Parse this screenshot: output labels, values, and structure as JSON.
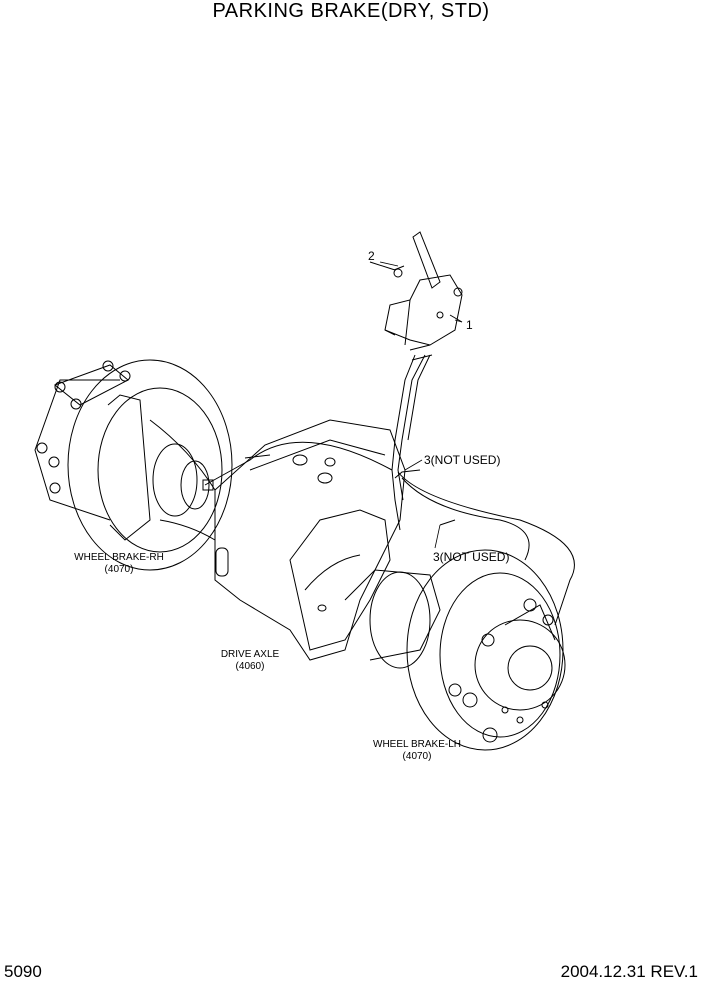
{
  "title": "PARKING BRAKE(DRY, STD)",
  "footer": {
    "page_number": "5090",
    "revision": "2004.12.31  REV.1"
  },
  "labels": {
    "wheel_brake_rh": {
      "name": "WHEEL BRAKE-RH",
      "ref": "(4070)"
    },
    "drive_axle": {
      "name": "DRIVE AXLE",
      "ref": "(4060)"
    },
    "wheel_brake_lh": {
      "name": "WHEEL BRAKE-LH",
      "ref": "(4070)"
    }
  },
  "callouts": {
    "item1": "1",
    "item2": "2",
    "item3_upper": "3(NOT USED)",
    "item3_lower": "3(NOT USED)"
  }
}
